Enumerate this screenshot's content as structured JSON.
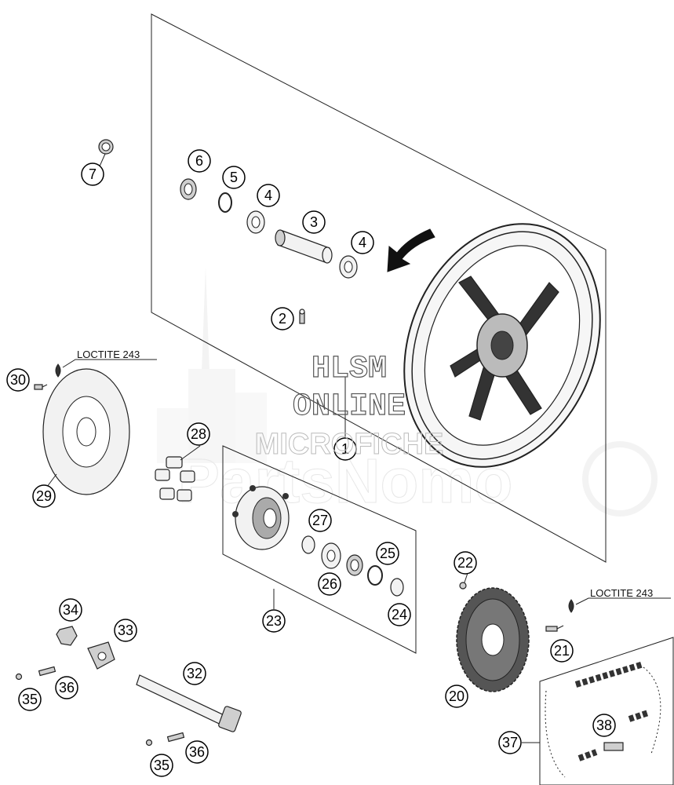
{
  "callouts": [
    {
      "num": "1"
    },
    {
      "num": "2"
    },
    {
      "num": "3"
    },
    {
      "num": "4"
    },
    {
      "num": "4"
    },
    {
      "num": "5"
    },
    {
      "num": "6"
    },
    {
      "num": "7"
    },
    {
      "num": "20"
    },
    {
      "num": "21"
    },
    {
      "num": "22"
    },
    {
      "num": "23"
    },
    {
      "num": "24"
    },
    {
      "num": "25"
    },
    {
      "num": "26"
    },
    {
      "num": "27"
    },
    {
      "num": "28"
    },
    {
      "num": "29"
    },
    {
      "num": "30"
    },
    {
      "num": "32"
    },
    {
      "num": "33"
    },
    {
      "num": "34"
    },
    {
      "num": "35"
    },
    {
      "num": "35"
    },
    {
      "num": "36"
    },
    {
      "num": "36"
    },
    {
      "num": "37"
    },
    {
      "num": "38"
    }
  ],
  "labels": {
    "loctite_left": "LOCTITE 243",
    "loctite_right": "LOCTITE 243"
  },
  "watermark": {
    "line1": "HLSM",
    "line2": "ONLINE",
    "line3": "MICROFICHE",
    "brand": "PartsNomo"
  }
}
